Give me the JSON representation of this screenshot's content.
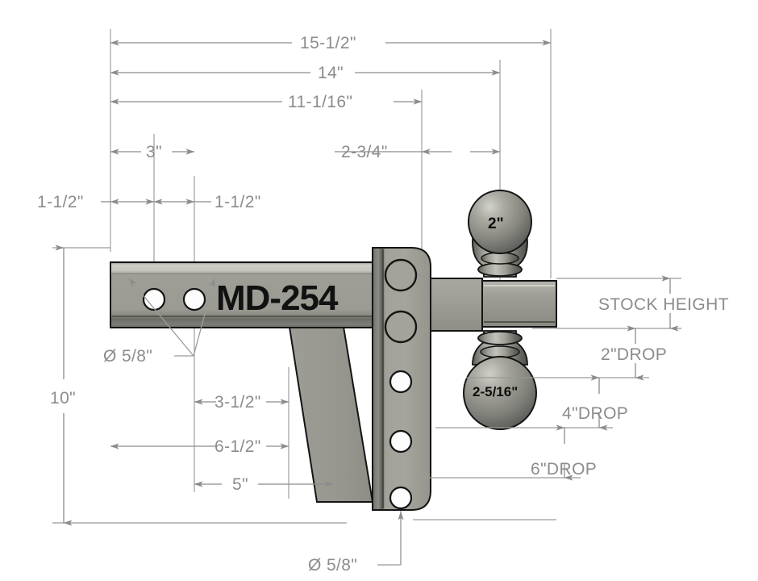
{
  "drawing": {
    "title": "MD-254 Adjustable Drop Hitch Ball Mount Dimensional Drawing",
    "part_number": "MD-254",
    "colors": {
      "dimension_line": "#8c8c8c",
      "dimension_text": "#8c8c8c",
      "outline": "#1a1a1a",
      "metal_body": "#9b9b93",
      "metal_light": "#c9c9c2",
      "metal_dark": "#6e6e68",
      "background": "#ffffff",
      "part_text": "#111111"
    },
    "horizontal_dimensions": [
      {
        "id": "d-15-1-2",
        "label": "15-1/2\""
      },
      {
        "id": "d-14",
        "label": "14\""
      },
      {
        "id": "d-11-1-16",
        "label": "11-1/16\""
      },
      {
        "id": "d-3",
        "label": "3\""
      },
      {
        "id": "d-2-3-4",
        "label": "2-3/4\""
      },
      {
        "id": "d-1-1-2-l",
        "label": "1-1/2\""
      },
      {
        "id": "d-1-1-2-r",
        "label": "1-1/2\""
      },
      {
        "id": "d-3-1-2",
        "label": "3-1/2\""
      },
      {
        "id": "d-6-1-2",
        "label": "6-1/2\""
      },
      {
        "id": "d-5",
        "label": "5\""
      }
    ],
    "vertical_dimensions": [
      {
        "id": "d-10",
        "label": "10\""
      }
    ],
    "hole_callouts": [
      {
        "id": "shank-holes",
        "label": "Ø 5/8\""
      },
      {
        "id": "bracket-hole",
        "label": "Ø 5/8\""
      }
    ],
    "drop_labels": [
      {
        "id": "stock-height",
        "label": "STOCK HEIGHT"
      },
      {
        "id": "drop-2",
        "label": "2\"DROP"
      },
      {
        "id": "drop-4",
        "label": "4\"DROP"
      },
      {
        "id": "drop-6",
        "label": "6\"DROP"
      }
    ],
    "ball_labels": [
      {
        "id": "ball-upper",
        "label": "2\""
      },
      {
        "id": "ball-lower",
        "label": "2-5/16\""
      }
    ]
  }
}
